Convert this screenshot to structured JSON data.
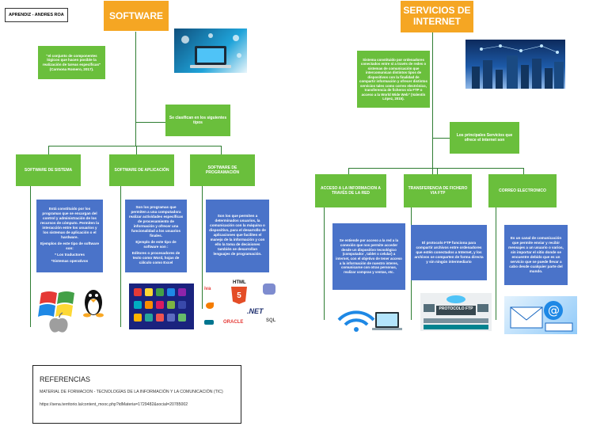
{
  "author": "APRENDIZ - ANDRES ROA",
  "left": {
    "title": "SOFTWARE",
    "definition": "\"el conjunto de componentes lógicos que hacen posible la realización de tareas específicas\" (Carmona Romero, 2017).",
    "classify": "Se clasifican en los siguientes tipos",
    "categories": [
      {
        "label": "SOFTWARE DE SISTEMA"
      },
      {
        "label": "SOFTWARE DE APLICACIÓN"
      },
      {
        "label": "SOFTWARE DE PROGRAMACIÓN"
      }
    ],
    "descriptions": [
      {
        "main": "Está constituido por los programas que se encargan del control y administración de los recursos de cómputo. Permiten la interacción entre los usuarios y los sistemas de aplicación o el hardware.",
        "example_title": "Ejemplos de este tipo de software son:",
        "example_1": "* Los traductores",
        "example_2": "*Sistemas operativos"
      },
      {
        "main": "Son los programas que permiten a una computadora realizar actividades específicas de procesamiento de información y ofrecer una funcionalidad a los usuarios finales.",
        "example_title": "Ejemplo de este tipo de software son :",
        "example_1": "Editores o procesadores de texto como Word, hojas de cálculo como Excel"
      },
      {
        "main": "Son los que permiten a determinados usuarios, la comunicación con la máquina o dispositivo, para el desarrollo de aplicaciones que faciliten el manejo de la información y con ello la toma de decisiones también se desarrollan lenguajes de programación."
      }
    ],
    "logos": [
      "iva",
      "HTML",
      "5",
      ".NET",
      "ORACLE",
      "SQL"
    ]
  },
  "right": {
    "title": "SERVICIOS DE INTERNET",
    "definition": "Sistema constituido por ordenadores conectados entre sí a través de redes o sistemas de comunicación que intercomunican distintos tipos de dispositivos con la finalidad de compartir información y ofrecer distintos servicios tales como correo electrónico, transferencia de ficheros vía FTP o acceso a la World Wide Web\" (Valentín López, 2015).",
    "services_intro": "Los principales Servicios que ofrece el internet son",
    "categories": [
      {
        "label": "ACCESO A LA INFORMACION A TRAVÉS DE LA RED"
      },
      {
        "label": "TRANSFERENCIA DE FICHERO VIA FTP"
      },
      {
        "label": "CORREO ELECTRONICO"
      }
    ],
    "descriptions": [
      "Se entiende por acceso a la red a la conexión que nos permite acceder desde un dispositivo tecnológico (computador , tablet o celular) a internet, con el objetivo de tener acceso a la información de nuestro interes, comunicarse con otras personas, realizar compras y ventas, etc.",
      "El protocolo FTP funciona para compartir archivos entre ordenadores que estén conectados a Internet, y los archivos se comparten de forma directa y sin ningún intermediario",
      "Es un canal de comunicación que permite enviar y recibir mensajes a un usuario o varios, sin importar el sitio donde se encuentre debido que es un servicio que se puede llevar a cabo desde cualquier parte del mundo."
    ],
    "ftp_label": "PROTOCOLO FTP"
  },
  "references": {
    "title": "REFERENCIAS",
    "line_1": "MATERIAL DE FORMACION - TECNOLOGÍAS DE LA INFORMACIÓN Y LA COMUNICACIÓN (TIC)",
    "line_2": "https://sena.territorio.la/content_mooc.php?idMateria=1729482&social=20785002"
  },
  "colors": {
    "orange": "#f5a623",
    "green": "#6abf3c",
    "blue": "#4a73c9",
    "connector": "#2e7d32"
  }
}
